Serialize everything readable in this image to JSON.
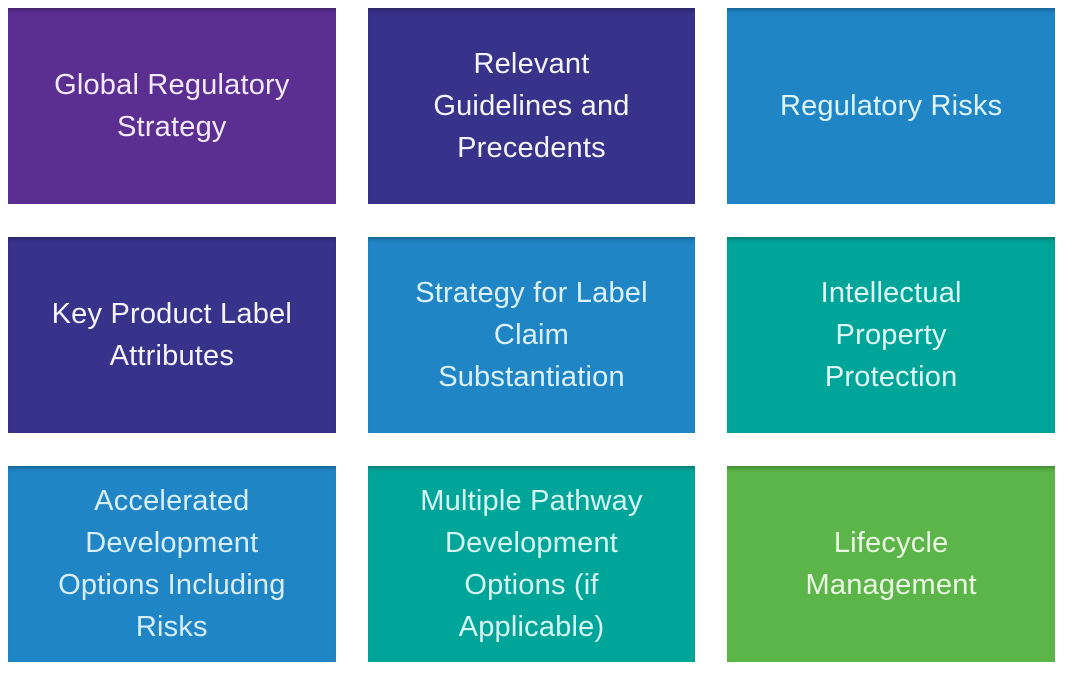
{
  "page": {
    "background_color": "#ffffff",
    "description_colors": {
      "purple": "#5B2E92",
      "indigo": "#37328A",
      "blue": "#1F85C5",
      "teal": "#00A59A",
      "green": "#5CB548"
    }
  },
  "grid": {
    "rows": 3,
    "cols": 3,
    "cells": [
      {
        "text": "Global Regulatory Strategy",
        "lines": [
          "Global Regulatory",
          "Strategy"
        ],
        "bg": "#5B2E92",
        "fg": "#F2EAF9"
      },
      {
        "text": "Relevant Guidelines and Precedents",
        "lines": [
          "Relevant",
          "Guidelines and",
          "Precedents"
        ],
        "bg": "#37328A",
        "fg": "#F5F4FA"
      },
      {
        "text": "Regulatory Risks",
        "lines": [
          "Regulatory Risks"
        ],
        "bg": "#1F85C5",
        "fg": "#DFF3FB"
      },
      {
        "text": "Key Product Label Attributes",
        "lines": [
          "Key Product Label",
          "Attributes"
        ],
        "bg": "#37328A",
        "fg": "#F5F4FA"
      },
      {
        "text": "Strategy for Label Claim Substantiation",
        "lines": [
          "Strategy for Label",
          "Claim",
          "Substantiation"
        ],
        "bg": "#1F85C5",
        "fg": "#DCF1FA"
      },
      {
        "text": "Intellectual Property Protection",
        "lines": [
          "Intellectual",
          "Property",
          "Protection"
        ],
        "bg": "#00A59A",
        "fg": "#DFF6F4"
      },
      {
        "text": "Accelerated Development Options Including Risks",
        "lines": [
          "Accelerated",
          "Development",
          "Options Including",
          "Risks"
        ],
        "bg": "#1F85C5",
        "fg": "#D8EEF9"
      },
      {
        "text": "Multiple Pathway Development Options (if Applicable)",
        "lines": [
          "Multiple Pathway",
          "Development",
          "Options (if",
          "Applicable)"
        ],
        "bg": "#00A59A",
        "fg": "#D8F4F1"
      },
      {
        "text": "Lifecycle Management",
        "lines": [
          "Lifecycle",
          "Management"
        ],
        "bg": "#5CB548",
        "fg": "#EAF7E4"
      }
    ]
  }
}
